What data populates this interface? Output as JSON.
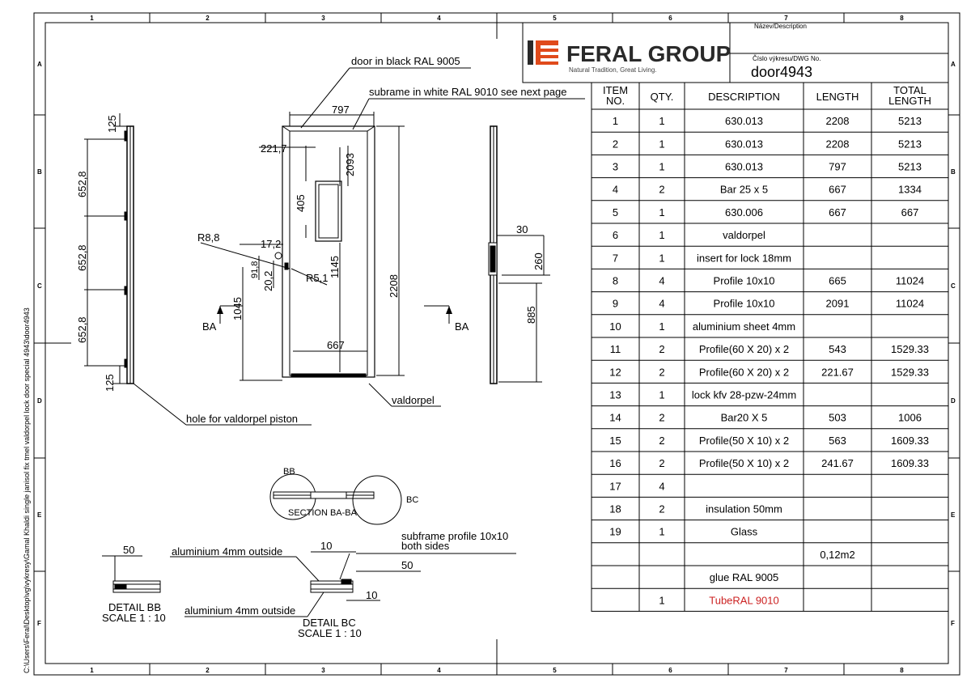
{
  "title_block": {
    "logo_text": "FERAL GROUP",
    "logo_tagline": "Natural Tradition, Great Living.",
    "name_label": "Název/Description",
    "dwg_label": "Číslo výkresu/DWG No.",
    "dwg_no": "door4943"
  },
  "file_path": "C:\\Users\\Feral\\Desktop\\vg\\vykresy\\Gamal Khaldi single janisol fix  tmel valdorpel lock door special 4943\\door4943",
  "zones": {
    "columns": [
      "1",
      "2",
      "3",
      "4",
      "5",
      "6",
      "7",
      "8"
    ],
    "rows": [
      "A",
      "B",
      "C",
      "D",
      "E",
      "F"
    ]
  },
  "bom": {
    "headers": {
      "item": "ITEM NO.",
      "qty": "QTY.",
      "description": "DESCRIPTION",
      "length": "LENGTH",
      "total": "TOTAL LENGTH"
    },
    "rows": [
      {
        "item": "1",
        "qty": "1",
        "description": "630.013",
        "length": "2208",
        "total": "5213"
      },
      {
        "item": "2",
        "qty": "1",
        "description": "630.013",
        "length": "2208",
        "total": "5213"
      },
      {
        "item": "3",
        "qty": "1",
        "description": "630.013",
        "length": "797",
        "total": "5213"
      },
      {
        "item": "4",
        "qty": "2",
        "description": "Bar 25 x 5",
        "length": "667",
        "total": "1334"
      },
      {
        "item": "5",
        "qty": "1",
        "description": "630.006",
        "length": "667",
        "total": "667"
      },
      {
        "item": "6",
        "qty": "1",
        "description": "valdorpel",
        "length": "",
        "total": ""
      },
      {
        "item": "7",
        "qty": "1",
        "description": "insert for lock 18mm",
        "length": "",
        "total": ""
      },
      {
        "item": "8",
        "qty": "4",
        "description": "Profile 10x10",
        "length": "665",
        "total": "11024"
      },
      {
        "item": "9",
        "qty": "4",
        "description": "Profile 10x10",
        "length": "2091",
        "total": "11024"
      },
      {
        "item": "10",
        "qty": "1",
        "description": "aluminium sheet 4mm",
        "length": "",
        "total": ""
      },
      {
        "item": "11",
        "qty": "2",
        "description": "Profile(60 X 20) x 2",
        "length": "543",
        "total": "1529.33"
      },
      {
        "item": "12",
        "qty": "2",
        "description": "Profile(60 X 20) x 2",
        "length": "221.67",
        "total": "1529.33"
      },
      {
        "item": "13",
        "qty": "1",
        "description": "lock kfv 28-pzw-24mm",
        "length": "",
        "total": ""
      },
      {
        "item": "14",
        "qty": "2",
        "description": "Bar20 X 5",
        "length": "503",
        "total": "1006"
      },
      {
        "item": "15",
        "qty": "2",
        "description": "Profile(50 X 10) x 2",
        "length": "563",
        "total": "1609.33"
      },
      {
        "item": "16",
        "qty": "2",
        "description": "Profile(50 X 10) x 2",
        "length": "241.67",
        "total": "1609.33"
      },
      {
        "item": "17",
        "qty": "4",
        "description": "",
        "length": "",
        "total": ""
      },
      {
        "item": "18",
        "qty": "2",
        "description": "insulation 50mm",
        "length": "",
        "total": ""
      },
      {
        "item": "19",
        "qty": "1",
        "description": "Glass",
        "length": "",
        "total": ""
      },
      {
        "item": "",
        "qty": "",
        "description": "",
        "length": "0,12m2",
        "total": ""
      },
      {
        "item": "",
        "qty": "",
        "description": "glue RAL 9005",
        "length": "",
        "total": ""
      },
      {
        "item": "",
        "qty": "1",
        "description": "TubeRAL 9010",
        "length": "",
        "total": ""
      }
    ],
    "highlight_color": "#cc2222"
  },
  "annotations": {
    "door_black": "door in black RAL 9005",
    "subframe_white": "subrame in white RAL 9010 see next page",
    "valdorpel": "valdorpel",
    "hole_piston": "hole for valdorpel piston",
    "section_title": "SECTION BA-BA",
    "bb": "BB",
    "bc": "BC",
    "ba_left": "BA",
    "ba_right": "BA",
    "alu_outside_1": "aluminium 4mm outside",
    "alu_outside_2": "aluminium 4mm outside",
    "subframe_profile_1": "subframe profile 10x10",
    "subframe_profile_2": "both sides",
    "detail_bb_1": "DETAIL BB",
    "detail_bb_2": "SCALE 1 : 10",
    "detail_bc_1": "DETAIL BC",
    "detail_bc_2": "SCALE 1 : 10"
  },
  "dims": {
    "d125a": "125",
    "d6528a": "652,8",
    "d6528b": "652,8",
    "d6528c": "652,8",
    "d125b": "125",
    "d797": "797",
    "d2217": "221,7",
    "d2093": "2093",
    "d405": "405",
    "d2208": "2208",
    "d1145": "1145",
    "d1045": "1045",
    "d667": "667",
    "r88": "R8,8",
    "d172": "17,2",
    "d918": "91,8",
    "d202": "20,2",
    "r51": "R5,1",
    "d30": "30",
    "d260": "260",
    "d885": "885",
    "d50a": "50",
    "d10a": "10",
    "d50b": "50",
    "d10b": "10"
  },
  "colors": {
    "logo_red": "#e04a1b",
    "logo_dark": "#2a2a2a"
  }
}
